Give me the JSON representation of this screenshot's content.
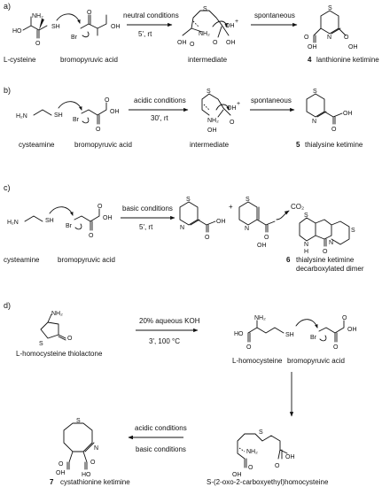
{
  "panels": {
    "a": {
      "letter": "a)",
      "atoms": {
        "nh2": "NH₂",
        "ho": "HO",
        "sh": "SH",
        "o1": "O",
        "br": "Br",
        "o2": "O",
        "oh": "OH",
        "i_s": "S",
        "i_oh": "OH",
        "i_plus": "+",
        "i_nh2": "NH₂",
        "i_oh2": "OH",
        "i_o": "O",
        "i_o2": "O",
        "i_oh3": "OH",
        "p_s": "S",
        "p_n": "N",
        "p_o1": "O",
        "p_o2": "O",
        "p_oh1": "OH",
        "p_oh2": "OH"
      },
      "labels": {
        "reactant1": "L-cysteine",
        "reactant2": "bromopyruvic acid",
        "intermediate": "intermediate",
        "product_num": "4",
        "product": "lanthionine ketimine"
      },
      "conditions": {
        "top": "neutral conditions",
        "bottom": "5', rt",
        "second": "spontaneous"
      }
    },
    "b": {
      "letter": "b)",
      "atoms": {
        "h2n": "H₂N",
        "sh": "SH",
        "br": "Br",
        "o1": "O",
        "o2": "O",
        "oh": "OH",
        "i_s": "S",
        "i_oh": "OH",
        "i_plus": "+",
        "i_nh2": "NH₂",
        "i_oh2": "OH",
        "i_o": "O",
        "p_s": "S",
        "p_n": "N",
        "p_o": "O",
        "p_oh": "OH"
      },
      "labels": {
        "reactant1": "cysteamine",
        "reactant2": "bromopyruvic acid",
        "intermediate": "intermediate",
        "product_num": "5",
        "product": "thialysine ketimine"
      },
      "conditions": {
        "top": "acidic conditions",
        "bottom": "30', rt",
        "second": "spontaneous"
      }
    },
    "c": {
      "letter": "c)",
      "atoms": {
        "h2n": "H₂N",
        "sh": "SH",
        "br": "Br",
        "o1": "O",
        "o2": "O",
        "oh": "OH",
        "m1_s": "S",
        "m1_n": "N",
        "m1_o": "O",
        "m1_oh": "OH",
        "plus": "+",
        "m2_s": "S",
        "m2_n": "N",
        "m2_o": "O",
        "m2_oh": "OH",
        "co2": "CO₂",
        "d_s1": "S",
        "d_s2": "S",
        "d_n": "N",
        "d_nh": "N",
        "d_h": "H",
        "d_o": "O"
      },
      "labels": {
        "reactant1": "cysteamine",
        "reactant2": "bromopyruvic acid",
        "product_num": "6",
        "product_line1": "thialysine ketimine",
        "product_line2": "decarboxylated dimer"
      },
      "conditions": {
        "top": "basic conditions",
        "bottom": "5', rt"
      }
    },
    "d": {
      "letter": "d)",
      "atoms": {
        "nh2": "NH₂",
        "s": "S",
        "o": "O",
        "ho": "HO",
        "nh2b": "NH₂",
        "o_h": "O",
        "sh": "SH",
        "br": "Br",
        "o1": "O",
        "o2": "O",
        "oh": "OH",
        "k_s": "S",
        "k_n": "N",
        "k_o1": "O",
        "k_o2": "O",
        "k_oh": "OH",
        "k_ho": "HO",
        "e_s": "S",
        "e_nh2": "NH₂",
        "e_oh1": "OH",
        "e_o1": "O",
        "e_oh2": "OH",
        "e_o2": "O"
      },
      "labels": {
        "thiolactone": "L-homocysteine thiolactone",
        "homocysteine": "L-homocysteine",
        "bromopyruvic": "bromopyruvic acid",
        "product_num": "7",
        "ketimine": "cystathionine ketimine",
        "adduct": "S-(2-oxo-2-carboxyethyl)homocysteine"
      },
      "conditions": {
        "top": "20% aqueous KOH",
        "bottom": "3', 100 °C",
        "eq_top": "acidic conditions",
        "eq_bottom": "basic conditions"
      }
    }
  }
}
